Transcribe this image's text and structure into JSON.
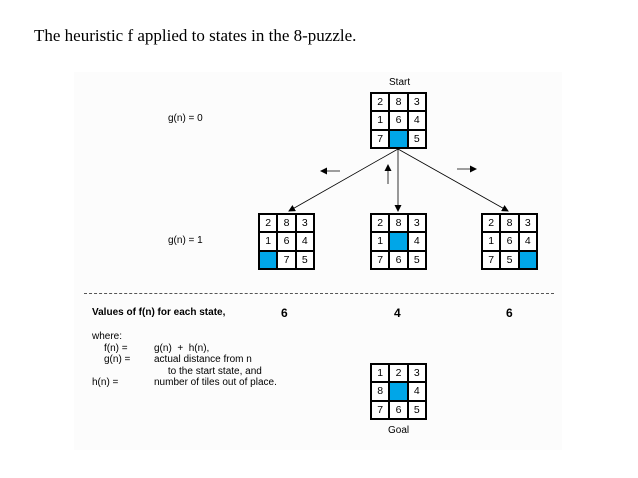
{
  "title": "The heuristic f applied to states in the 8-puzzle.",
  "colors": {
    "blank": "#00a6e8"
  },
  "start_label": "Start",
  "goal_label": "Goal",
  "g_labels": [
    "g(n) = 0",
    "g(n) = 1"
  ],
  "values_heading": "Values of f(n) for each state,",
  "f_values": [
    "6",
    "4",
    "6"
  ],
  "where": {
    "heading": "where:",
    "rows": [
      {
        "key": "f(n) =",
        "text": "g(n)  +  h(n),"
      },
      {
        "key": "g(n) =",
        "text": "actual distance from n"
      },
      {
        "key": "",
        "text": "     to the start state, and"
      },
      {
        "key": "h(n) =",
        "text": "number of tiles out of place."
      }
    ]
  },
  "boards": {
    "start": [
      "2",
      "8",
      "3",
      "1",
      "6",
      "4",
      "7",
      "",
      "5"
    ],
    "child_left": [
      "2",
      "8",
      "3",
      "1",
      "6",
      "4",
      "",
      "7",
      "5"
    ],
    "child_middle": [
      "2",
      "8",
      "3",
      "1",
      "",
      "4",
      "7",
      "6",
      "5"
    ],
    "child_right": [
      "2",
      "8",
      "3",
      "1",
      "6",
      "4",
      "7",
      "5",
      ""
    ],
    "goal": [
      "1",
      "2",
      "3",
      "8",
      "",
      "4",
      "7",
      "6",
      "5"
    ]
  }
}
